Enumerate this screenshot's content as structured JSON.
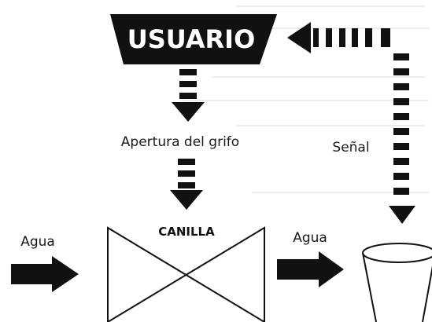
{
  "diagram": {
    "user_box": {
      "label": "USUARIO"
    },
    "valve": {
      "label": "CANILLA"
    },
    "labels": {
      "opening": "Apertura del grifo",
      "signal": "Señal",
      "water_in": "Agua",
      "water_out": "Agua"
    }
  },
  "colors": {
    "ink": "#111111",
    "background": "#ffffff",
    "bleed_through": "#e3e3e3"
  }
}
